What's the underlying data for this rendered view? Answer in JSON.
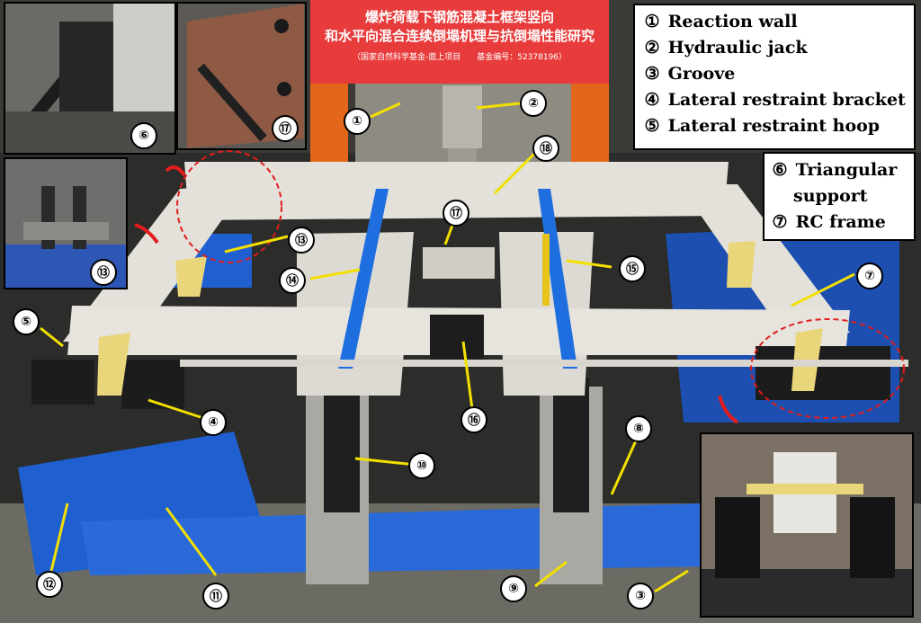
{
  "banner": {
    "line1": "爆炸荷载下钢筋混凝土框架竖向",
    "line2": "和水平向混合连续倒塌机理与抗倒塌性能研究",
    "line3": "（国家自然科学基金-面上项目　　基金编号：52378196）"
  },
  "legend_top": [
    {
      "num": "①",
      "label": "Reaction wall"
    },
    {
      "num": "②",
      "label": "Hydraulic jack"
    },
    {
      "num": "③",
      "label": "Groove"
    },
    {
      "num": "④",
      "label": "Lateral restraint bracket"
    },
    {
      "num": "⑤",
      "label": "Lateral restraint hoop"
    }
  ],
  "legend_side": [
    {
      "num": "⑥",
      "label": "Triangular"
    },
    {
      "num": "",
      "label": "support"
    },
    {
      "num": "⑦",
      "label": "RC frame"
    }
  ],
  "callouts": [
    "①",
    "②",
    "③",
    "④",
    "⑤",
    "⑥",
    "⑦",
    "⑧",
    "⑨",
    "⑩",
    "⑪",
    "⑫",
    "⑬",
    "⑭",
    "⑮",
    "⑯",
    "⑰",
    "⑬",
    "⑰",
    "⑱"
  ],
  "colors": {
    "arrow": "#f3e000",
    "dashed_circle": "#e21d1d",
    "red_arrow": "#e21d1d",
    "blue_steel": "#1f5fd0",
    "banner_red": "#e83b3b"
  }
}
